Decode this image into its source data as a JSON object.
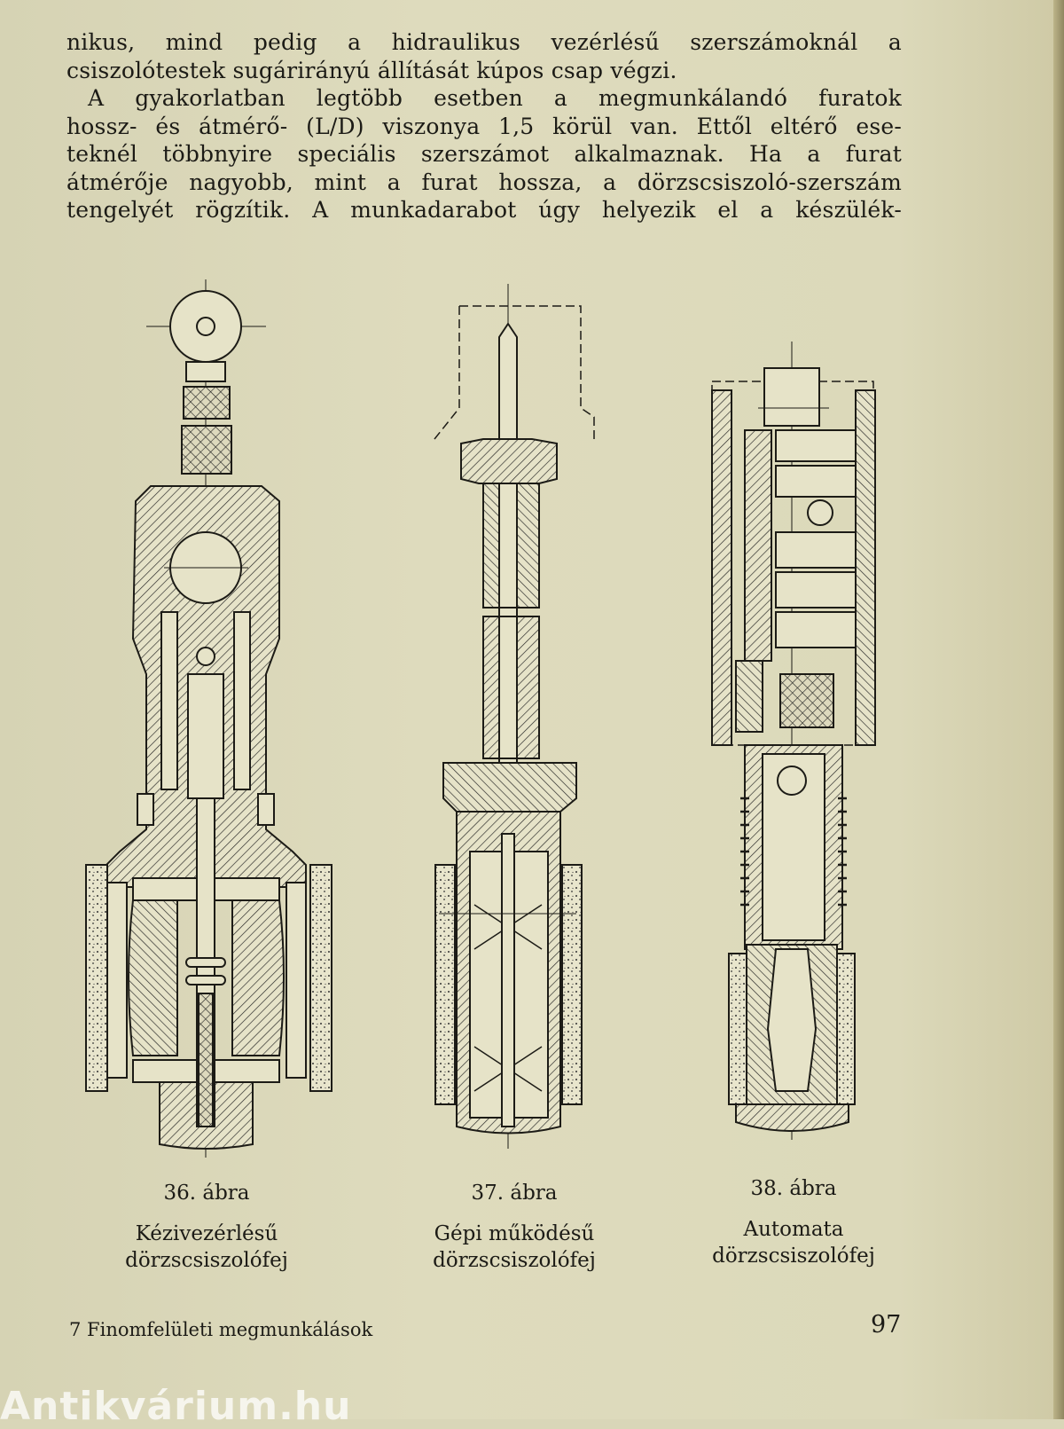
{
  "paragraph_lines": [
    "nikus, mind pedig a hidraulikus vezérlésű szerszámoknál a",
    "csiszolótestek sugárirányú állítását kúpos csap végzi.",
    "A gyakorlatban legtöbb esetben a megmunkálandó furatok",
    "hossz- és átmérő- (L/D) viszonya 1,5 körül van. Ettől eltérő ese-",
    "teknél többnyire speciális szerszámot alkalmaznak. Ha a furat",
    "átmérője nagyobb, mint a furat hossza, a dörzscsiszoló-szerszám",
    "tengelyét rögzítik. A munkadarabot úgy helyezik el a készülék-"
  ],
  "figures": [
    {
      "number": "36. ábra",
      "caption_line1": "Kézivezérlésű",
      "caption_line2": "dörzscsiszolófej"
    },
    {
      "number": "37. ábra",
      "caption_line1": "Gépi működésű",
      "caption_line2": "dörzscsiszolófej"
    },
    {
      "number": "38. ábra",
      "caption_line1": "Automata",
      "caption_line2": "dörzscsiszolófej"
    }
  ],
  "footer": {
    "chapter": "7 Finomfelületi megmunkálások",
    "page_number": "97"
  },
  "watermark": "Antikvárium.hu"
}
